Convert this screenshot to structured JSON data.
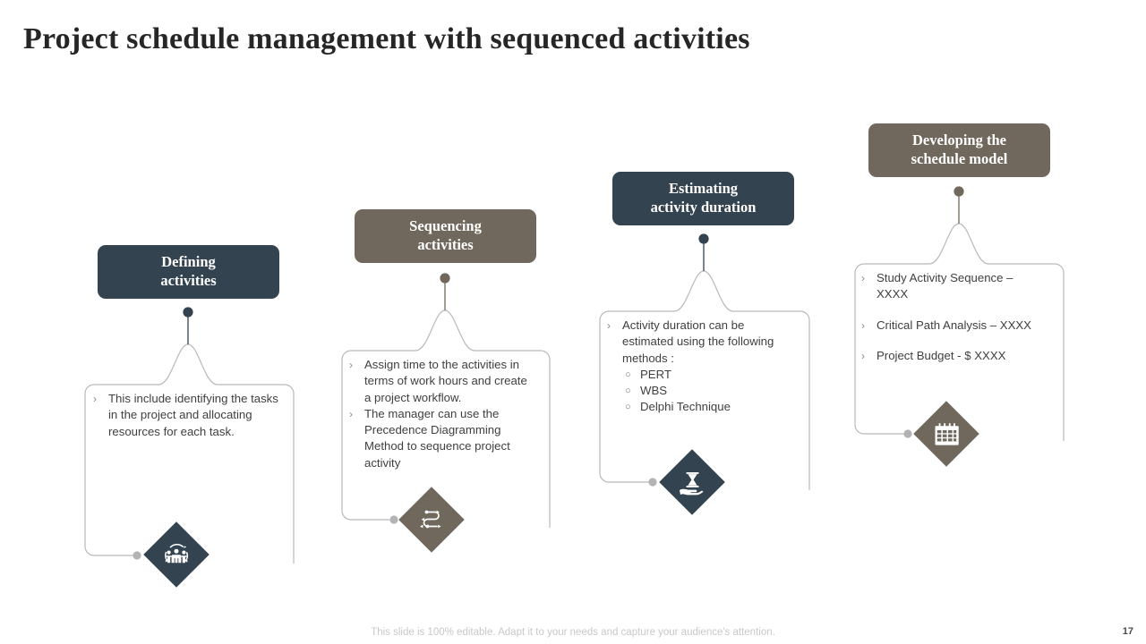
{
  "slide": {
    "title": "Project schedule management with sequenced activities",
    "page_number": "17",
    "footer_note": "This slide is 100% editable. Adapt it to your needs and capture your audience's attention.",
    "background": "#ffffff"
  },
  "colors": {
    "navy": "#344350",
    "brown": "#70685c",
    "title_text": "#262626",
    "body_text": "#404040",
    "outline": "#b9b9b9",
    "footer_text": "#c8c8c8"
  },
  "stages": [
    {
      "key": "defining-activities",
      "heading": "Defining\nactivities",
      "color": "#344350",
      "icon": "team-people-icon",
      "bullets": [
        {
          "marker": "›",
          "text": "This include identifying the tasks in the project and allocating resources for each task."
        }
      ],
      "sub_bullets": []
    },
    {
      "key": "sequencing-activities",
      "heading": "Sequencing\nactivities",
      "color": "#70685c",
      "icon": "winding-path-icon",
      "bullets": [
        {
          "marker": "›",
          "text": "Assign time to the activities in terms of work hours and create a project workflow."
        },
        {
          "marker": "›",
          "text": "The manager can use the Precedence Diagramming Method  to sequence project activity"
        }
      ],
      "sub_bullets": []
    },
    {
      "key": "estimating-activity-duration",
      "heading": "Estimating\nactivity duration",
      "color": "#344350",
      "icon": "hourglass-hand-icon",
      "bullets": [
        {
          "marker": "›",
          "text": "Activity duration can be estimated using the following methods :"
        }
      ],
      "sub_bullets": [
        {
          "marker": "○",
          "text": "PERT"
        },
        {
          "marker": "○",
          "text": "WBS"
        },
        {
          "marker": "○",
          "text": "Delphi Technique"
        }
      ]
    },
    {
      "key": "developing-the-schedule-model",
      "heading": "Developing the\nschedule model",
      "color": "#70685c",
      "icon": "calendar-icon",
      "bullets": [
        {
          "marker": "›",
          "text": "Study Activity Sequence – XXXX"
        },
        {
          "marker": "›",
          "text": "Critical Path Analysis – XXXX"
        },
        {
          "marker": "›",
          "text": "Project Budget - $ XXXX"
        }
      ],
      "sub_bullets": []
    }
  ]
}
